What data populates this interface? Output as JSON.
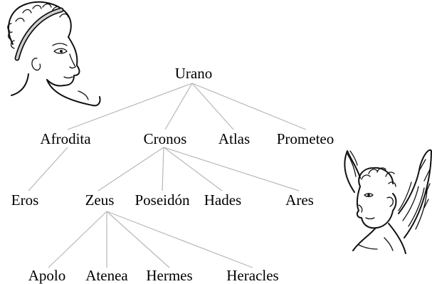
{
  "tree": {
    "root": "Urano",
    "nodes": [
      {
        "id": "urano",
        "label": "Urano",
        "parent": null
      },
      {
        "id": "afrodita",
        "label": "Afrodita",
        "parent": "urano"
      },
      {
        "id": "cronos",
        "label": "Cronos",
        "parent": "urano"
      },
      {
        "id": "atlas",
        "label": "Atlas",
        "parent": "urano"
      },
      {
        "id": "prometeo",
        "label": "Prometeo",
        "parent": "urano"
      },
      {
        "id": "eros",
        "label": "Eros",
        "parent": "afrodita"
      },
      {
        "id": "zeus",
        "label": "Zeus",
        "parent": "cronos"
      },
      {
        "id": "poseidon",
        "label": "Poseidón",
        "parent": "cronos"
      },
      {
        "id": "hades",
        "label": "Hades",
        "parent": "cronos"
      },
      {
        "id": "ares",
        "label": "Ares",
        "parent": "cronos"
      },
      {
        "id": "apolo",
        "label": "Apolo",
        "parent": "zeus"
      },
      {
        "id": "atenea",
        "label": "Atenea",
        "parent": "zeus"
      },
      {
        "id": "hermes",
        "label": "Hermes",
        "parent": "zeus"
      },
      {
        "id": "heracles",
        "label": "Heracles",
        "parent": "zeus"
      }
    ]
  },
  "colors": {
    "edge": "#b8b8b8",
    "text": "#000000",
    "ink": "#111111"
  },
  "illustrations": [
    {
      "name": "goddess-head-illustration"
    },
    {
      "name": "winged-cherub-illustration"
    }
  ]
}
